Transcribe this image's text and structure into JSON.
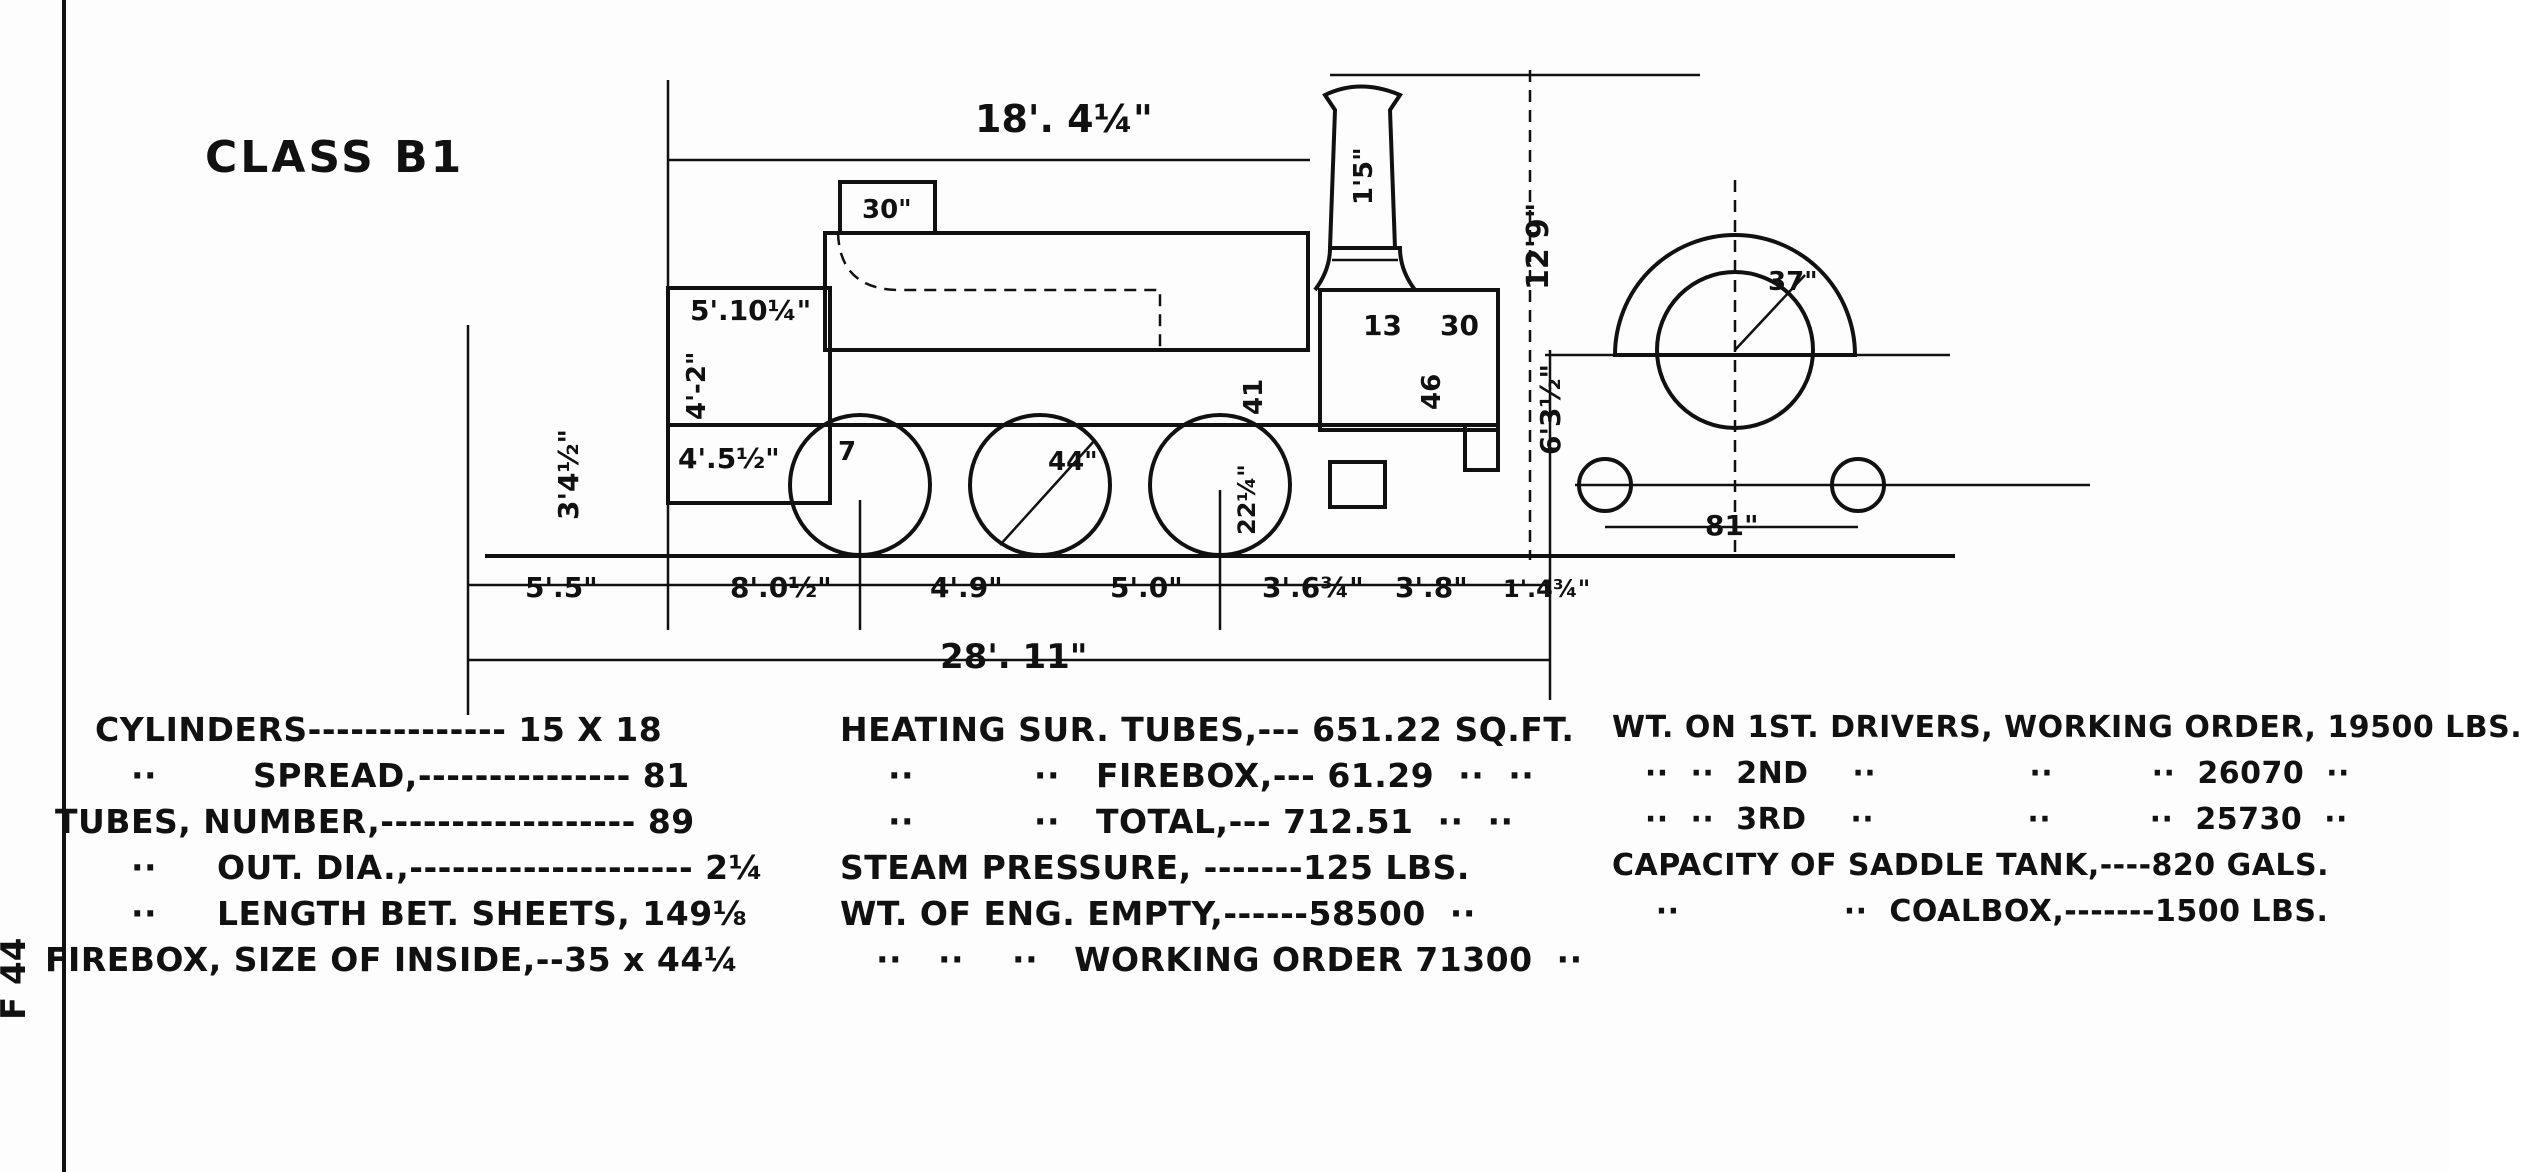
{
  "title": "CLASS B1",
  "side_code": "F 44",
  "dimensions": {
    "overall_height_smokebox": "18'. 4¼\"",
    "dome_width": "30\"",
    "stack_height": "1'5\"",
    "tank_top": "5'.10¼\"",
    "cab_side": "4'.5½\"",
    "cab_height": "4'-2\"",
    "chimney_to_cab": "13",
    "smokebox_width": "30",
    "smokebox_height": "46",
    "tank_height": "41",
    "boiler_dim": "4'2\"",
    "wheel_dia_label": "44\"",
    "rear_wheel_offset": "7",
    "buffer_height": "3'4½\"",
    "cylinder_height": "22¼\"",
    "total_height": "12'9\"",
    "buffer_beam_height": "6'3½\"",
    "wheel_radius_front": "37\"",
    "gauge_width": "81\"",
    "base_spans": [
      "5'.5\"",
      "8'.0½\"",
      "4'.9\"",
      "5'.0\"",
      "3'.6¾\"",
      "3'.8\"",
      "1'.4¾\""
    ],
    "overall_length": "28'. 11\""
  },
  "specs_col1": [
    "CYLINDERS-------------- 15 X 18",
    "   ··        SPREAD,--------------- 81",
    "TUBES, NUMBER,------------------ 89",
    "   ··     OUT. DIA.,-------------------- 2¼",
    "   ··     LENGTH BET. SHEETS, 149⅛",
    "FIREBOX, SIZE OF INSIDE,--35 x 44¼"
  ],
  "specs_col2": [
    "HEATING SUR. TUBES,--- 651.22 SQ.FT.",
    "    ··          ··   FIREBOX,--- 61.29  ··  ··",
    "    ··          ··   TOTAL,--- 712.51  ··  ··",
    "STEAM PRESSURE, -------125 LBS.",
    "WT. OF ENG. EMPTY,------58500  ··",
    "   ··   ··    ··   WORKING ORDER 71300  ··"
  ],
  "specs_col3": [
    "WT. ON 1ST. DRIVERS, WORKING ORDER, 19500 LBS.",
    "   ··  ··  2ND    ··              ··         ··  26070  ··",
    "   ··  ··  3RD    ··              ··         ··  25730  ··",
    "CAPACITY OF SADDLE TANK,----820 GALS.",
    "    ··               ··  COALBOX,-------1500 LBS."
  ],
  "ink_color": "#111111",
  "paper_color": "#fdfdfd"
}
